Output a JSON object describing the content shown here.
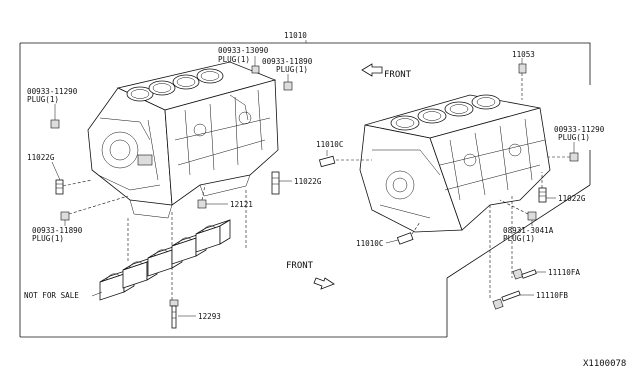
{
  "diagram": {
    "assembly_number": "11010",
    "figure_code": "X1100078",
    "callouts": {
      "plug_13090_part": "00933-13090",
      "plug_13090_desc": "PLUG(1)",
      "plug_11890_top_part": "00933-11890",
      "plug_11890_top_desc": "PLUG(1)",
      "plug_11290_left_part": "00933-11290",
      "plug_11290_left_desc": "PLUG(1)",
      "stud_11022g_left": "11022G",
      "plug_11890_bottom_part": "00933-11890",
      "plug_11890_bottom_desc": "PLUG(1)",
      "stud_11022g_center": "11022G",
      "bolt_12121": "12121",
      "not_for_sale": "NOT FOR SALE",
      "bolt_12293": "12293",
      "dowel_11010c_upper": "11010C",
      "dowel_11010c_lower": "11010C",
      "part_11053": "11053",
      "plug_11290_right_part": "00933-11290",
      "plug_11290_right_desc": "PLUG(1)",
      "stud_11022g_right": "11022G",
      "plug_3041a_part": "08931-3041A",
      "plug_3041a_desc": "PLUG(1)",
      "bolt_11110fa": "11110FA",
      "bolt_11110fb": "11110FB"
    },
    "direction_upper": "FRONT",
    "direction_lower": "FRONT"
  }
}
